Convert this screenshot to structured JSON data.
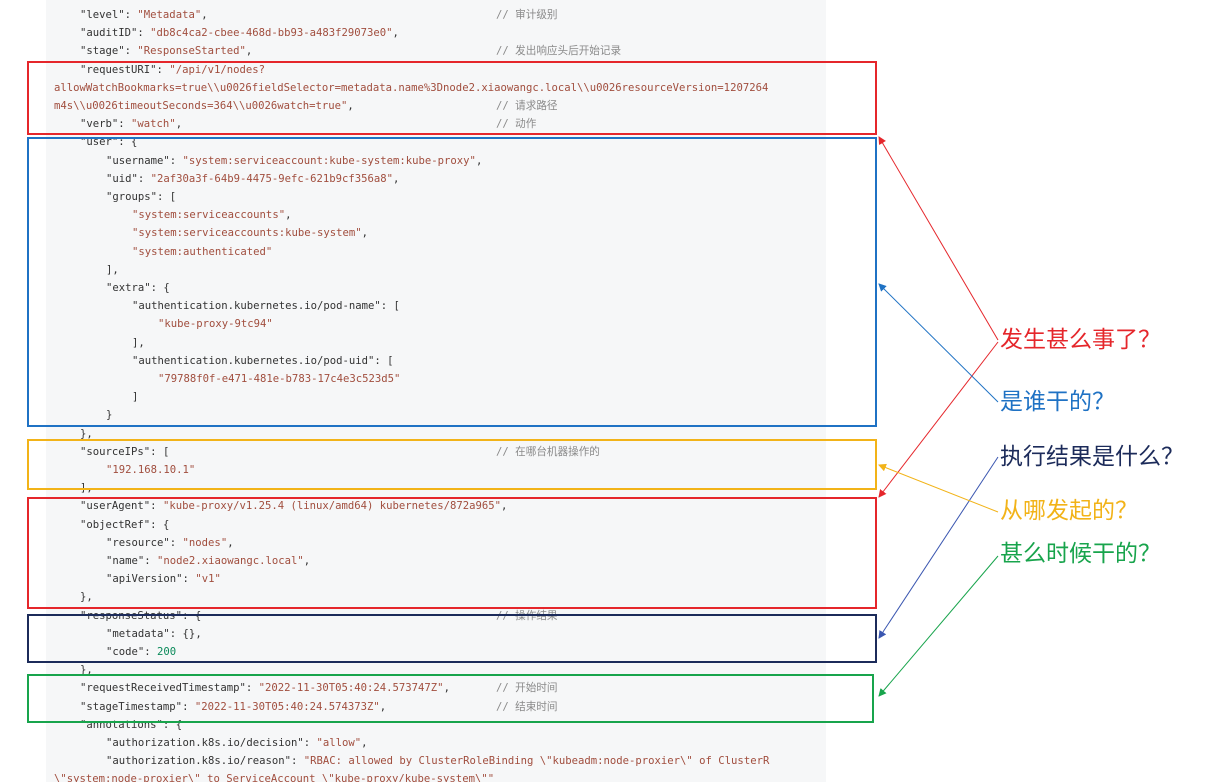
{
  "code_lines": [
    {
      "indent": 2,
      "key": "\"level\"",
      "value": "\"Metadata\"",
      "type": "s",
      "tail": ",",
      "comment": "// 审计级别"
    },
    {
      "indent": 2,
      "key": "\"auditID\"",
      "value": "\"db8c4ca2-cbee-468d-bb93-a483f29073e0\"",
      "type": "s",
      "tail": ",",
      "comment": ""
    },
    {
      "indent": 2,
      "key": "\"stage\"",
      "value": "\"ResponseStarted\"",
      "type": "s",
      "tail": ",",
      "comment": "// 发出响应头后开始记录"
    },
    {
      "indent": 2,
      "key": "\"requestURI\"",
      "value": "\"/api/v1/nodes?",
      "type": "s",
      "tail": "",
      "comment": ""
    },
    {
      "indent": 0,
      "key": "",
      "value": "allowWatchBookmarks=true\\\\u0026fieldSelector=metadata.name%3Dnode2.xiaowangc.local\\\\u0026resourceVersion=1207264",
      "type": "s",
      "tail": "",
      "comment": ""
    },
    {
      "indent": 0,
      "key": "",
      "value": "m4s\\\\u0026timeoutSeconds=364\\\\u0026watch=true\"",
      "type": "s",
      "tail": ",",
      "comment": "// 请求路径"
    },
    {
      "indent": 2,
      "key": "\"verb\"",
      "value": "\"watch\"",
      "type": "s",
      "tail": ",",
      "comment": "// 动作"
    },
    {
      "indent": 2,
      "key": "\"user\"",
      "value": "",
      "type": "p",
      "tail": "{",
      "comment": ""
    },
    {
      "indent": 4,
      "key": "\"username\"",
      "value": "\"system:serviceaccount:kube-system:kube-proxy\"",
      "type": "s",
      "tail": ",",
      "comment": ""
    },
    {
      "indent": 4,
      "key": "\"uid\"",
      "value": "\"2af30a3f-64b9-4475-9efc-621b9cf356a8\"",
      "type": "s",
      "tail": ",",
      "comment": ""
    },
    {
      "indent": 4,
      "key": "\"groups\"",
      "value": "",
      "type": "p",
      "tail": "[",
      "comment": ""
    },
    {
      "indent": 6,
      "key": "",
      "value": "\"system:serviceaccounts\"",
      "type": "s",
      "tail": ",",
      "comment": ""
    },
    {
      "indent": 6,
      "key": "",
      "value": "\"system:serviceaccounts:kube-system\"",
      "type": "s",
      "tail": ",",
      "comment": ""
    },
    {
      "indent": 6,
      "key": "",
      "value": "\"system:authenticated\"",
      "type": "s",
      "tail": "",
      "comment": ""
    },
    {
      "indent": 4,
      "key": "",
      "value": "",
      "type": "p",
      "tail": "],",
      "comment": ""
    },
    {
      "indent": 4,
      "key": "\"extra\"",
      "value": "",
      "type": "p",
      "tail": "{",
      "comment": ""
    },
    {
      "indent": 6,
      "key": "\"authentication.kubernetes.io/pod-name\"",
      "value": "",
      "type": "p",
      "tail": "[",
      "comment": ""
    },
    {
      "indent": 8,
      "key": "",
      "value": "\"kube-proxy-9tc94\"",
      "type": "s",
      "tail": "",
      "comment": ""
    },
    {
      "indent": 6,
      "key": "",
      "value": "",
      "type": "p",
      "tail": "],",
      "comment": ""
    },
    {
      "indent": 6,
      "key": "\"authentication.kubernetes.io/pod-uid\"",
      "value": "",
      "type": "p",
      "tail": "[",
      "comment": ""
    },
    {
      "indent": 8,
      "key": "",
      "value": "\"79788f0f-e471-481e-b783-17c4e3c523d5\"",
      "type": "s",
      "tail": "",
      "comment": ""
    },
    {
      "indent": 6,
      "key": "",
      "value": "",
      "type": "p",
      "tail": "]",
      "comment": ""
    },
    {
      "indent": 4,
      "key": "",
      "value": "",
      "type": "p",
      "tail": "}",
      "comment": ""
    },
    {
      "indent": 2,
      "key": "",
      "value": "",
      "type": "p",
      "tail": "},",
      "comment": ""
    },
    {
      "indent": 2,
      "key": "\"sourceIPs\"",
      "value": "",
      "type": "p",
      "tail": "[",
      "comment": "// 在哪台机器操作的"
    },
    {
      "indent": 4,
      "key": "",
      "value": "\"192.168.10.1\"",
      "type": "s",
      "tail": "",
      "comment": ""
    },
    {
      "indent": 2,
      "key": "",
      "value": "",
      "type": "p",
      "tail": "],",
      "comment": ""
    },
    {
      "indent": 2,
      "key": "\"userAgent\"",
      "value": "\"kube-proxy/v1.25.4 (linux/amd64) kubernetes/872a965\"",
      "type": "s",
      "tail": ",",
      "comment": ""
    },
    {
      "indent": 2,
      "key": "\"objectRef\"",
      "value": "",
      "type": "p",
      "tail": "{",
      "comment": ""
    },
    {
      "indent": 4,
      "key": "\"resource\"",
      "value": "\"nodes\"",
      "type": "s",
      "tail": ",",
      "comment": ""
    },
    {
      "indent": 4,
      "key": "\"name\"",
      "value": "\"node2.xiaowangc.local\"",
      "type": "s",
      "tail": ",",
      "comment": ""
    },
    {
      "indent": 4,
      "key": "\"apiVersion\"",
      "value": "\"v1\"",
      "type": "s",
      "tail": "",
      "comment": ""
    },
    {
      "indent": 2,
      "key": "",
      "value": "",
      "type": "p",
      "tail": "},",
      "comment": ""
    },
    {
      "indent": 2,
      "key": "\"responseStatus\"",
      "value": "",
      "type": "p",
      "tail": "{",
      "comment": "// 操作结果"
    },
    {
      "indent": 4,
      "key": "\"metadata\"",
      "value": "{}",
      "type": "p",
      "tail": ",",
      "comment": ""
    },
    {
      "indent": 4,
      "key": "\"code\"",
      "value": "200",
      "type": "n",
      "tail": "",
      "comment": ""
    },
    {
      "indent": 2,
      "key": "",
      "value": "",
      "type": "p",
      "tail": "},",
      "comment": ""
    },
    {
      "indent": 2,
      "key": "\"requestReceivedTimestamp\"",
      "value": "\"2022-11-30T05:40:24.573747Z\"",
      "type": "s",
      "tail": ",",
      "comment": "// 开始时间"
    },
    {
      "indent": 2,
      "key": "\"stageTimestamp\"",
      "value": "\"2022-11-30T05:40:24.574373Z\"",
      "type": "s",
      "tail": ",",
      "comment": "// 结束时间"
    },
    {
      "indent": 2,
      "key": "\"annotations\"",
      "value": "",
      "type": "p",
      "tail": "{",
      "comment": ""
    },
    {
      "indent": 4,
      "key": "\"authorization.k8s.io/decision\"",
      "value": "\"allow\"",
      "type": "s",
      "tail": ",",
      "comment": ""
    },
    {
      "indent": 4,
      "key": "\"authorization.k8s.io/reason\"",
      "value": "\"RBAC: allowed by ClusterRoleBinding \\\"kubeadm:node-proxier\\\" of ClusterR",
      "type": "s",
      "tail": "",
      "comment": ""
    },
    {
      "indent": 0,
      "key": "",
      "value": "\\\"system:node-proxier\\\" to ServiceAccount \\\"kube-proxy/kube-system\\\"\"",
      "type": "s",
      "tail": "",
      "comment": ""
    }
  ],
  "questions": [
    {
      "text": "发生甚么事了？",
      "color": "#e5262b"
    },
    {
      "text": "是谁干的？",
      "color": "#1f72c4"
    },
    {
      "text": "执行结果是什么？",
      "color": "#1c2b5a"
    },
    {
      "text": "从哪发起的？",
      "color": "#f2b318"
    },
    {
      "text": "甚么时候干的？",
      "color": "#18a44c"
    }
  ],
  "colors": {
    "red": "#e5262b",
    "blue": "#1f72c4",
    "yellow": "#f2b318",
    "navy": "#1c2b5a",
    "green": "#18a44c"
  }
}
